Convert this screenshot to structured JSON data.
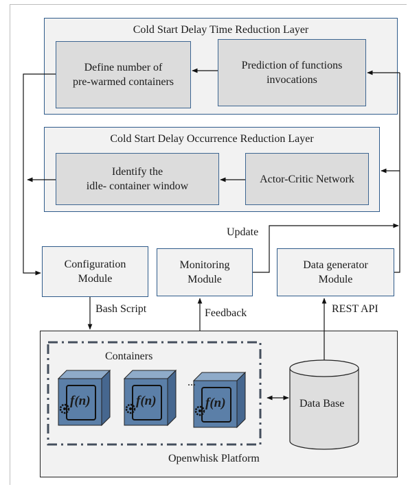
{
  "layers": {
    "time_reduction": {
      "title": "Cold Start Delay Time Reduction Layer",
      "define_box": [
        "Define number of",
        "pre-warmed containers"
      ],
      "prediction_box": [
        "Prediction of functions",
        "invocations"
      ]
    },
    "occurrence_reduction": {
      "title": "Cold Start Delay Occurrence Reduction Layer",
      "identify_box": [
        "Identify the",
        "idle- container window"
      ],
      "actor_critic_box": "Actor-Critic Network"
    }
  },
  "modules": {
    "configuration": [
      "Configuration",
      "Module"
    ],
    "monitoring": [
      "Monitoring",
      "Module"
    ],
    "data_generator": [
      "Data generator",
      "Module"
    ]
  },
  "edge_labels": {
    "update": "Update",
    "bash_script": "Bash Script",
    "feedback": "Feedback",
    "rest_api": "REST API"
  },
  "platform": {
    "containers_label": "Containers",
    "ellipsis": "...",
    "container_glyph": "f(n)",
    "database_label": "Data Base",
    "platform_label": "Openwhisk Platform"
  },
  "colors": {
    "layer_border": "#2e5a8a",
    "layer_fill": "#f2f2f2",
    "inner_fill": "#dcdcdc",
    "cube_front": "#5b7fa8",
    "cube_top": "#8fabc9",
    "cube_side": "#46678f",
    "database_fill": "#dedede"
  }
}
